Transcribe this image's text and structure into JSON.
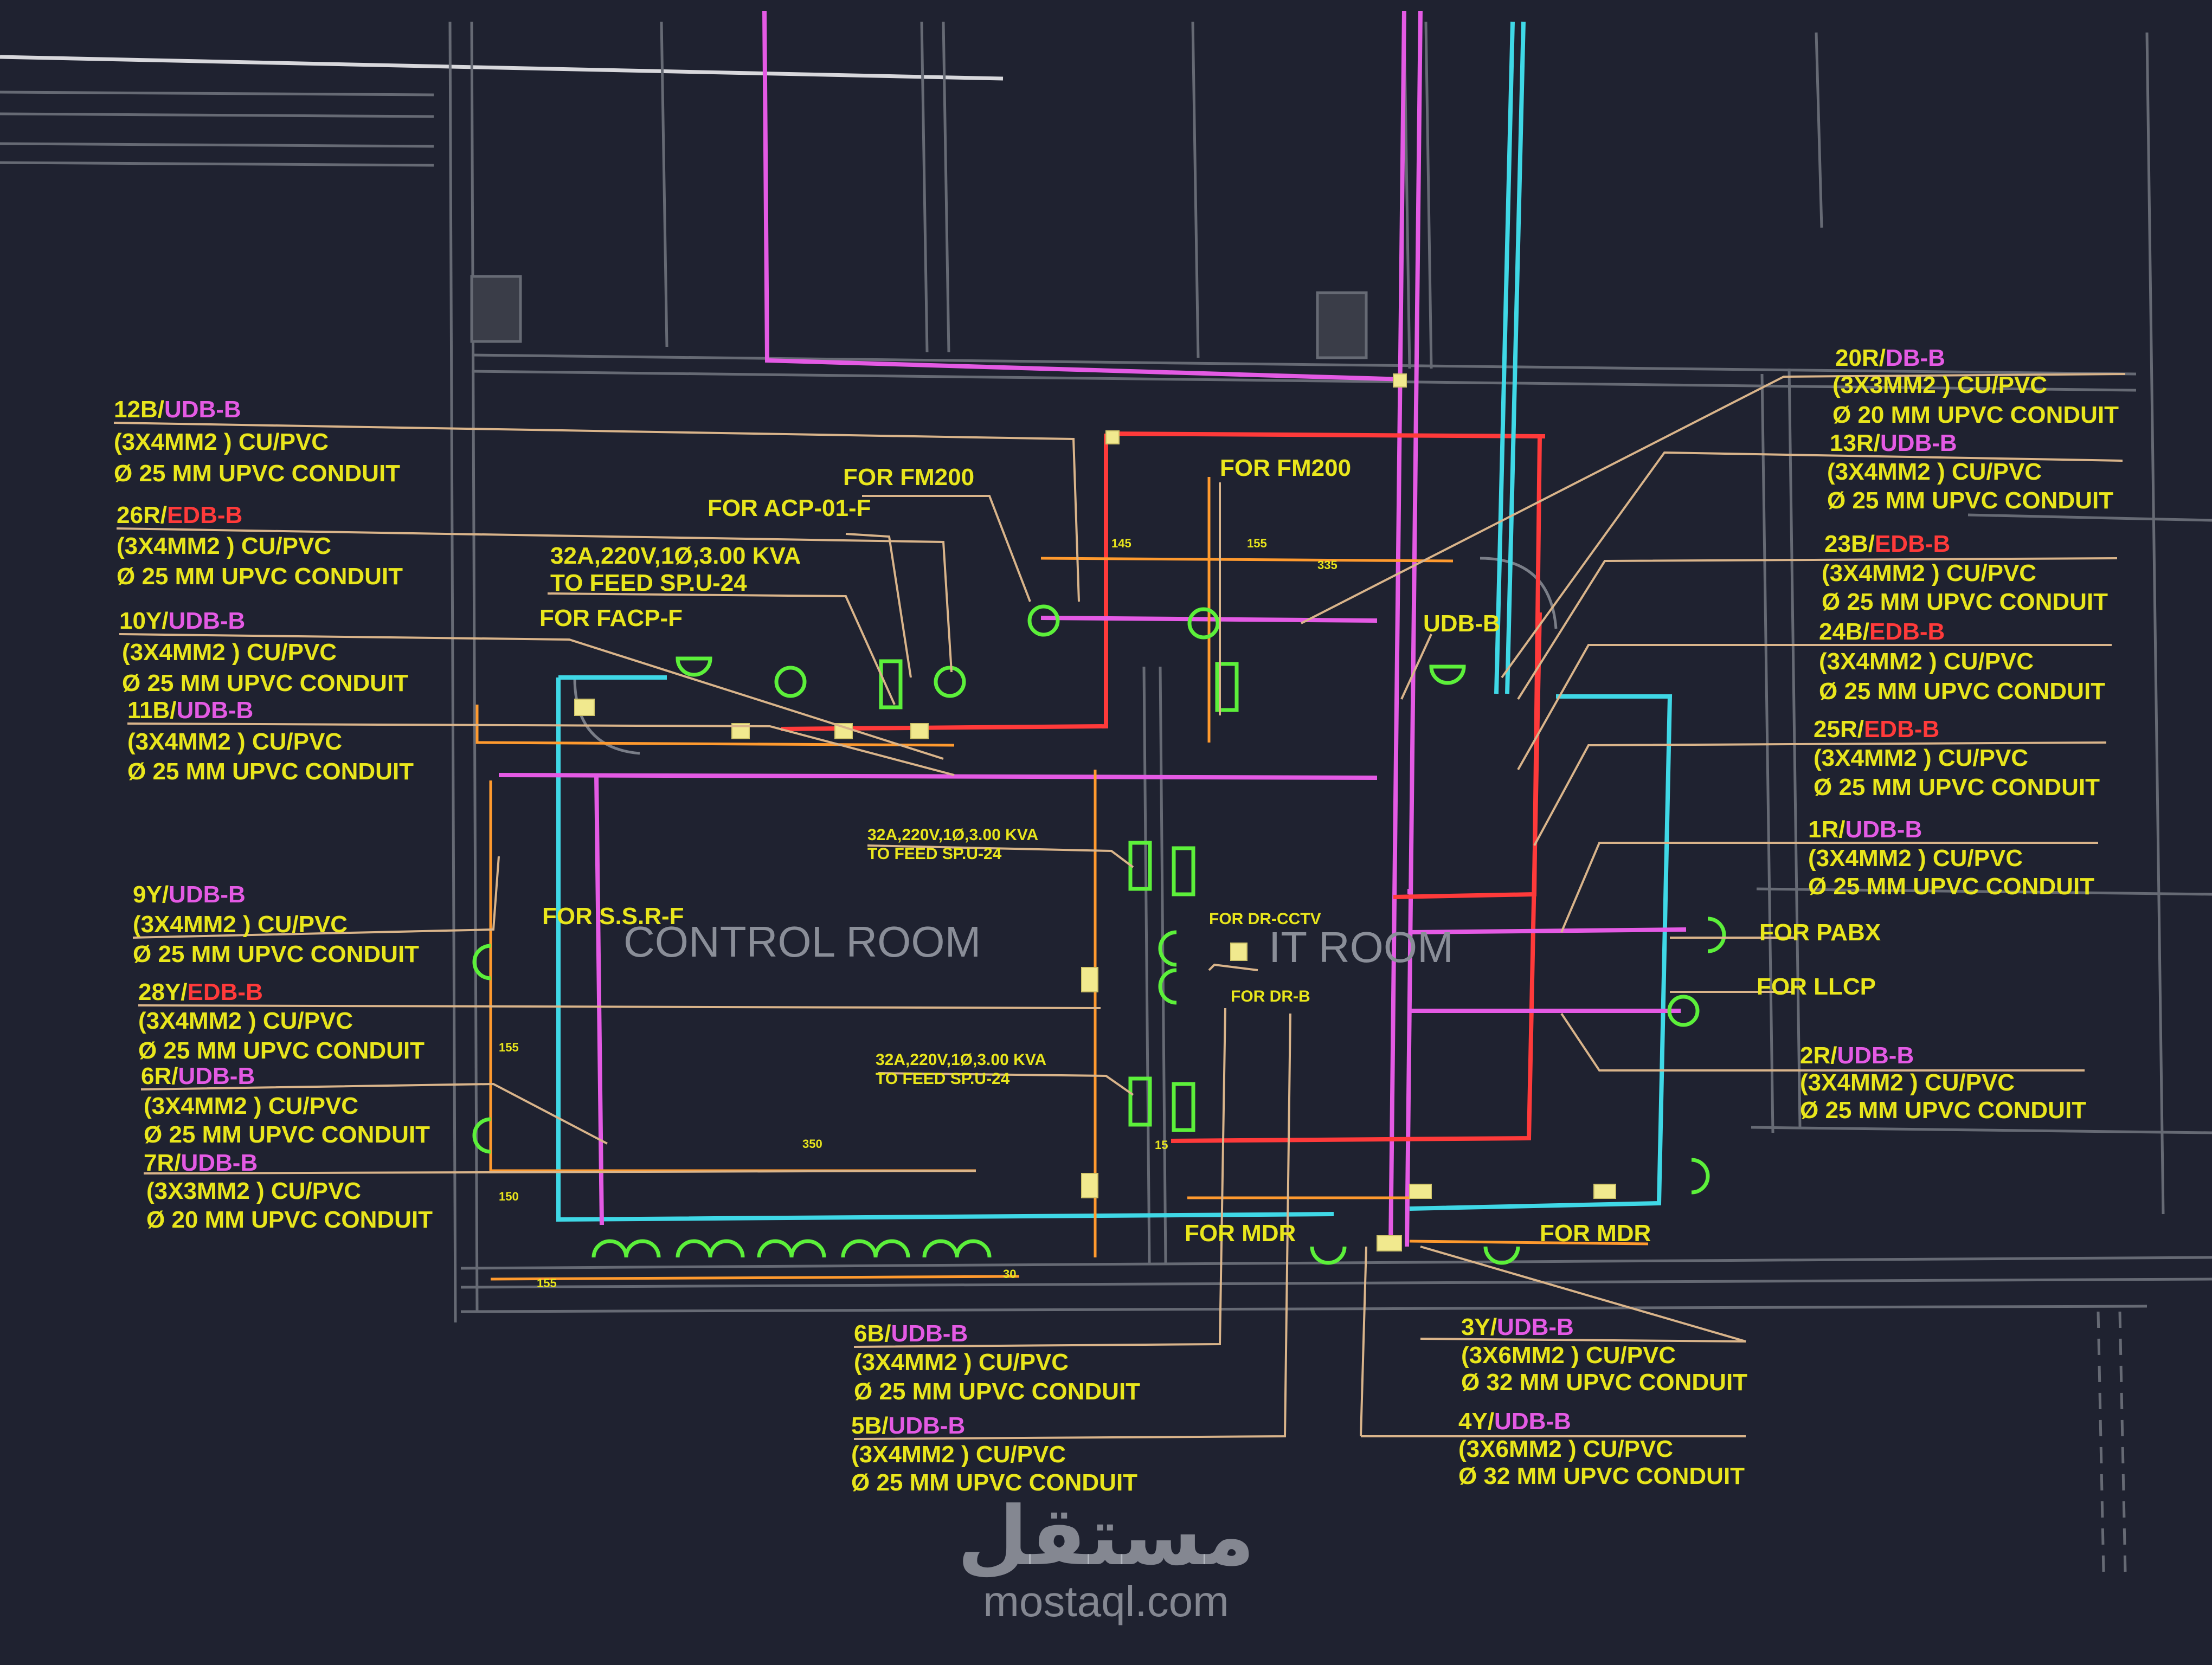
{
  "room_labels": {
    "control": "CONTROL ROOM",
    "it": "IT ROOM"
  },
  "circuit_blocks": [
    {
      "id": "12b",
      "circuit": "12B/",
      "board": "UDB-B",
      "board_color": "#e45ae4",
      "cable": "(3X4MM2 ) CU/PVC",
      "conduit": "Ø 25 MM  UPVC  CONDUIT"
    },
    {
      "id": "26r",
      "circuit": "26R/",
      "board": "EDB-B",
      "board_color": "#ff3a3a",
      "cable": "(3X4MM2 ) CU/PVC",
      "conduit": "Ø 25 MM  UPVC  CONDUIT"
    },
    {
      "id": "10y",
      "circuit": "10Y/",
      "board": "UDB-B",
      "board_color": "#e45ae4",
      "cable": "(3X4MM2 ) CU/PVC",
      "conduit": "Ø 25 MM  UPVC  CONDUIT"
    },
    {
      "id": "11b",
      "circuit": "11B/",
      "board": "UDB-B",
      "board_color": "#e45ae4",
      "cable": "(3X4MM2 ) CU/PVC",
      "conduit": "Ø 25 MM  UPVC  CONDUIT"
    },
    {
      "id": "9y",
      "circuit": "9Y/",
      "board": "UDB-B",
      "board_color": "#e45ae4",
      "cable": "(3X4MM2 ) CU/PVC",
      "conduit": "Ø 25 MM  UPVC  CONDUIT"
    },
    {
      "id": "28y",
      "circuit": "28Y/",
      "board": "EDB-B",
      "board_color": "#ff3a3a",
      "cable": "(3X4MM2 ) CU/PVC",
      "conduit": "Ø 25 MM  UPVC  CONDUIT"
    },
    {
      "id": "6r",
      "circuit": "6R/",
      "board": "UDB-B",
      "board_color": "#e45ae4",
      "cable": "(3X4MM2 ) CU/PVC",
      "conduit": "Ø 25 MM  UPVC  CONDUIT"
    },
    {
      "id": "7r",
      "circuit": "7R/",
      "board": "UDB-B",
      "board_color": "#e45ae4",
      "cable": "(3X3MM2 ) CU/PVC",
      "conduit": "Ø 20 MM  UPVC  CONDUIT"
    },
    {
      "id": "20r",
      "circuit": "20R/",
      "board": "DB-B",
      "board_color": "#e45ae4",
      "cable": "(3X3MM2 ) CU/PVC",
      "conduit": "Ø 20 MM  UPVC  CONDUIT"
    },
    {
      "id": "13r",
      "circuit": "13R/",
      "board": "UDB-B",
      "board_color": "#e45ae4",
      "cable": "(3X4MM2 ) CU/PVC",
      "conduit": "Ø 25 MM  UPVC  CONDUIT"
    },
    {
      "id": "23b",
      "circuit": "23B/",
      "board": "EDB-B",
      "board_color": "#ff3a3a",
      "cable": "(3X4MM2 ) CU/PVC",
      "conduit": "Ø 25 MM  UPVC  CONDUIT"
    },
    {
      "id": "24b",
      "circuit": "24B/",
      "board": "EDB-B",
      "board_color": "#ff3a3a",
      "cable": "(3X4MM2 ) CU/PVC",
      "conduit": "Ø 25 MM  UPVC  CONDUIT"
    },
    {
      "id": "25r",
      "circuit": "25R/",
      "board": "EDB-B",
      "board_color": "#ff3a3a",
      "cable": "(3X4MM2 ) CU/PVC",
      "conduit": "Ø 25 MM  UPVC  CONDUIT"
    },
    {
      "id": "1r",
      "circuit": "1R/",
      "board": "UDB-B",
      "board_color": "#e45ae4",
      "cable": "(3X4MM2 ) CU/PVC",
      "conduit": "Ø 25 MM  UPVC  CONDUIT"
    },
    {
      "id": "2r",
      "circuit": "2R/",
      "board": "UDB-B",
      "board_color": "#e45ae4",
      "cable": "(3X4MM2 ) CU/PVC",
      "conduit": "Ø 25 MM  UPVC  CONDUIT"
    },
    {
      "id": "6b",
      "circuit": "6B/",
      "board": "UDB-B",
      "board_color": "#e45ae4",
      "cable": "(3X4MM2 ) CU/PVC",
      "conduit": "Ø 25 MM  UPVC  CONDUIT"
    },
    {
      "id": "5b",
      "circuit": "5B/",
      "board": "UDB-B",
      "board_color": "#e45ae4",
      "cable": "(3X4MM2 ) CU/PVC",
      "conduit": "Ø 25 MM  UPVC  CONDUIT"
    },
    {
      "id": "3y",
      "circuit": "3Y/",
      "board": "UDB-B",
      "board_color": "#e45ae4",
      "cable": "(3X6MM2 ) CU/PVC",
      "conduit": "Ø 32 MM  UPVC  CONDUIT"
    },
    {
      "id": "4y",
      "circuit": "4Y/",
      "board": "UDB-B",
      "board_color": "#e45ae4",
      "cable": "(3X6MM2 ) CU/PVC",
      "conduit": "Ø 32 MM  UPVC  CONDUIT"
    }
  ],
  "equipment_labels": {
    "for_fm200_a": "FOR FM200",
    "for_fm200_b": "FOR FM200",
    "for_acp": "FOR ACP-01-F",
    "feed_spu_title": "32A,220V,1Ø,3.00 KVA",
    "feed_spu_sub": "TO FEED SP.U-24",
    "for_facp": "FOR FACP-F",
    "udb_b": "UDB-B",
    "for_ssr": "FOR S.S.R-F",
    "for_dr_cctv": "FOR DR-CCTV",
    "for_dr_b": "FOR DR-B",
    "for_pabx": "FOR PABX",
    "for_llcp": "FOR LLCP",
    "for_mdr_a": "FOR MDR",
    "for_mdr_b": "FOR MDR",
    "feed_small_1_title": "32A,220V,1Ø,3.00 KVA",
    "feed_small_1_sub": "TO FEED SP.U-24",
    "feed_small_2_title": "32A,220V,1Ø,3.00 KVA",
    "feed_small_2_sub": "TO FEED SP.U-24"
  },
  "dimensions": {
    "d1": "145",
    "d2": "155",
    "d3": "335",
    "d4": "350",
    "d5": "155",
    "d6": "155",
    "d7": "15",
    "d8": "150",
    "d9": "30"
  },
  "watermark": {
    "arabic": "مستقل",
    "latin": "mostaql.com"
  },
  "colors": {
    "background": "#1f2230",
    "wall": "#6a6e78",
    "label_yellow": "#e9e61c",
    "leader_tan": "#d9b48a",
    "conduit_magenta": "#e45ae4",
    "conduit_red": "#ff3a3a",
    "conduit_cyan": "#3fd8e6",
    "conduit_orange": "#ff9a2e",
    "device_green": "#5cf03a",
    "room_text": "#8a8e98"
  }
}
